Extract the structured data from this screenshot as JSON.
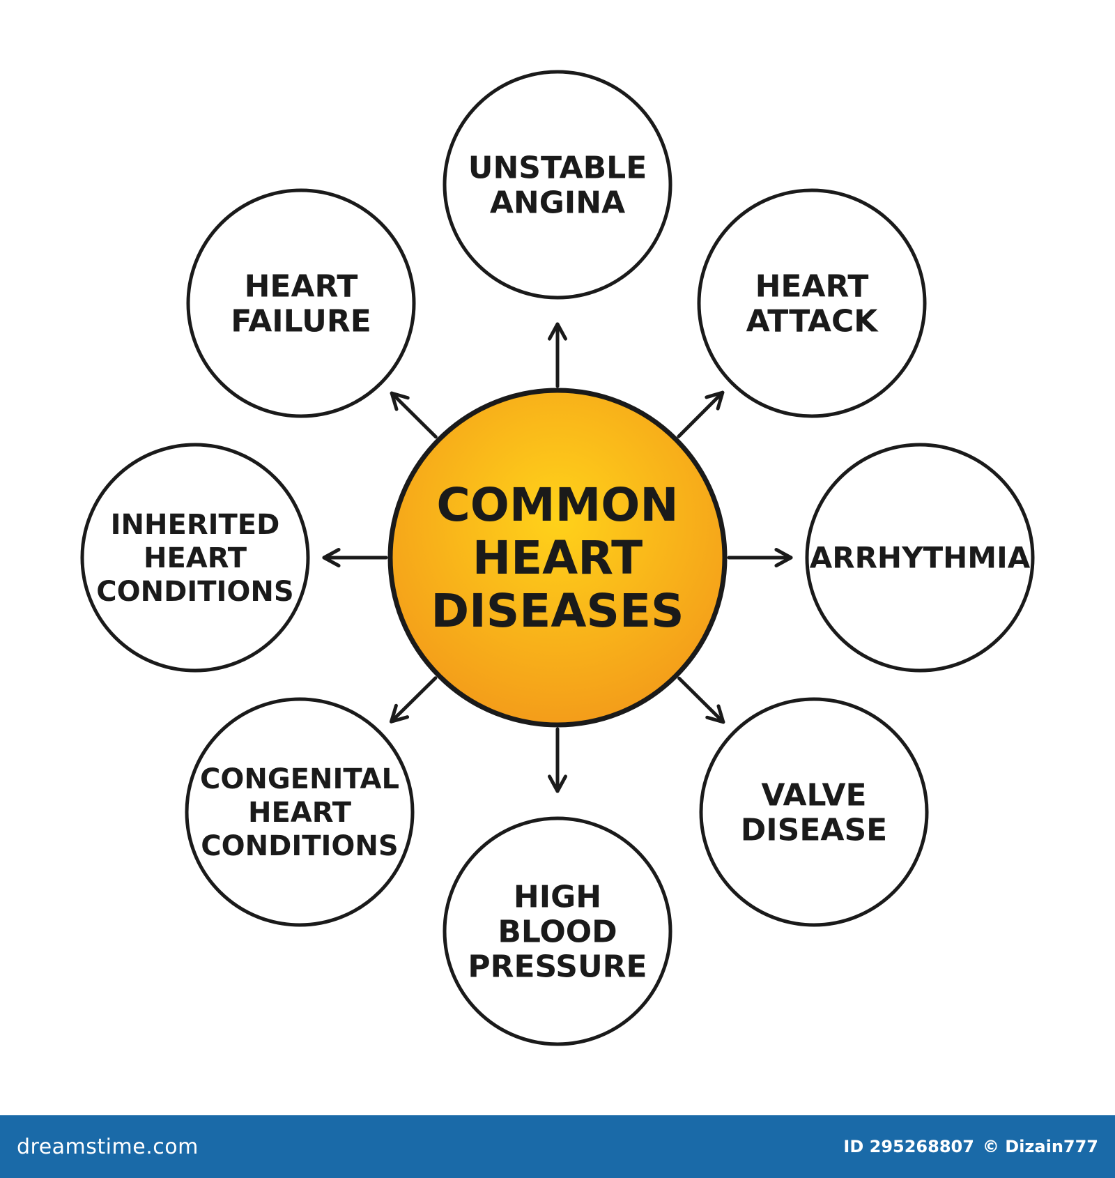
{
  "diagram": {
    "center": {
      "lines": [
        "COMMON",
        "HEART",
        "DISEASES"
      ],
      "fill_light": "#ffd21a",
      "fill_dark": "#f39a1a",
      "stroke": "#1a1a1a"
    },
    "nodes": [
      {
        "id": "unstable-angina",
        "lines": [
          "UNSTABLE",
          "ANGINA"
        ]
      },
      {
        "id": "heart-attack",
        "lines": [
          "HEART",
          "ATTACK"
        ]
      },
      {
        "id": "arrhythmia",
        "lines": [
          "ARRHYTHMIA"
        ]
      },
      {
        "id": "valve-disease",
        "lines": [
          "VALVE",
          "DISEASE"
        ]
      },
      {
        "id": "high-blood-pressure",
        "lines": [
          "HIGH",
          "BLOOD",
          "PRESSURE"
        ]
      },
      {
        "id": "congenital-heart-conditions",
        "lines": [
          "CONGENITAL",
          "HEART",
          "CONDITIONS"
        ]
      },
      {
        "id": "inherited-heart-conditions",
        "lines": [
          "INHERITED",
          "HEART",
          "CONDITIONS"
        ]
      },
      {
        "id": "heart-failure",
        "lines": [
          "HEART",
          "FAILURE"
        ]
      }
    ],
    "colors": {
      "line": "#1a1a1a",
      "node_fill": "#ffffff",
      "background": "#ffffff"
    }
  },
  "footer": {
    "logo": "dreamstime.com",
    "id_text": "ID 295268807",
    "credit": "© Dizain777",
    "background": "#1a6aa8"
  }
}
